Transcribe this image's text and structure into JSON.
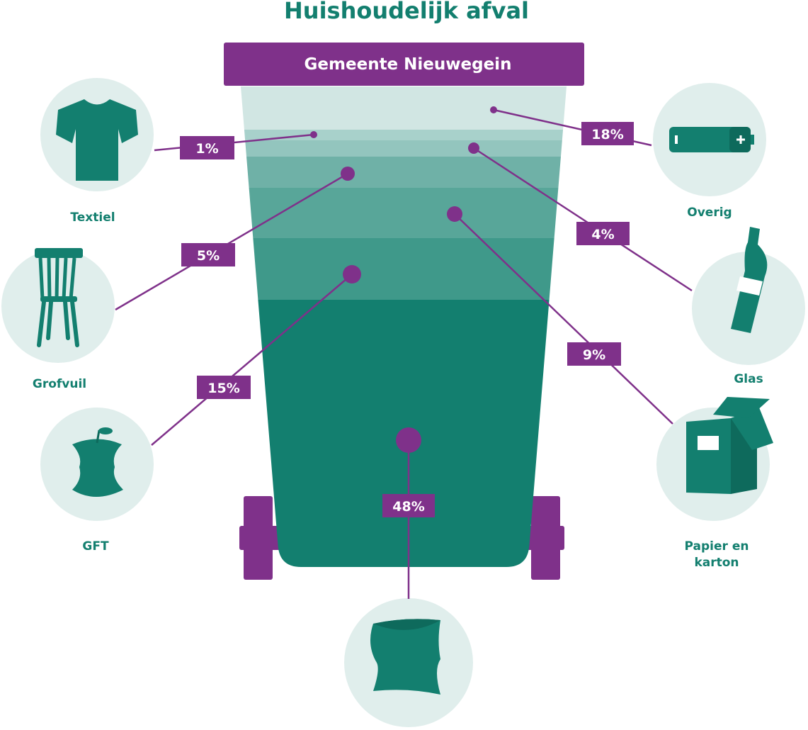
{
  "colors": {
    "accent": "#7f318a",
    "teal": "#137f6f",
    "circle_bg": "#e0eeec"
  },
  "chart_data": {
    "type": "bar",
    "title": "Huishoudelijk afval",
    "subtitle": "Gemeente Nieuwegein",
    "categories": [
      "Overig",
      "Textiel",
      "Glas",
      "Grofvuil",
      "Papier en karton",
      "GFT",
      ""
    ],
    "values": [
      18,
      1,
      4,
      5,
      9,
      15,
      48
    ],
    "value_labels": [
      "18%",
      "1%",
      "4%",
      "5%",
      "9%",
      "15%",
      "48%"
    ],
    "layer_colors": [
      "#d1e6e3",
      "#a8d1cb",
      "#93c5be",
      "#6fb1a7",
      "#58a699",
      "#3f998a",
      "#137f6f"
    ],
    "icons": [
      "battery-icon",
      "tshirt-icon",
      "bottle-icon",
      "chair-icon",
      "box-icon",
      "apple-core-icon",
      "trash-bag-icon"
    ]
  }
}
